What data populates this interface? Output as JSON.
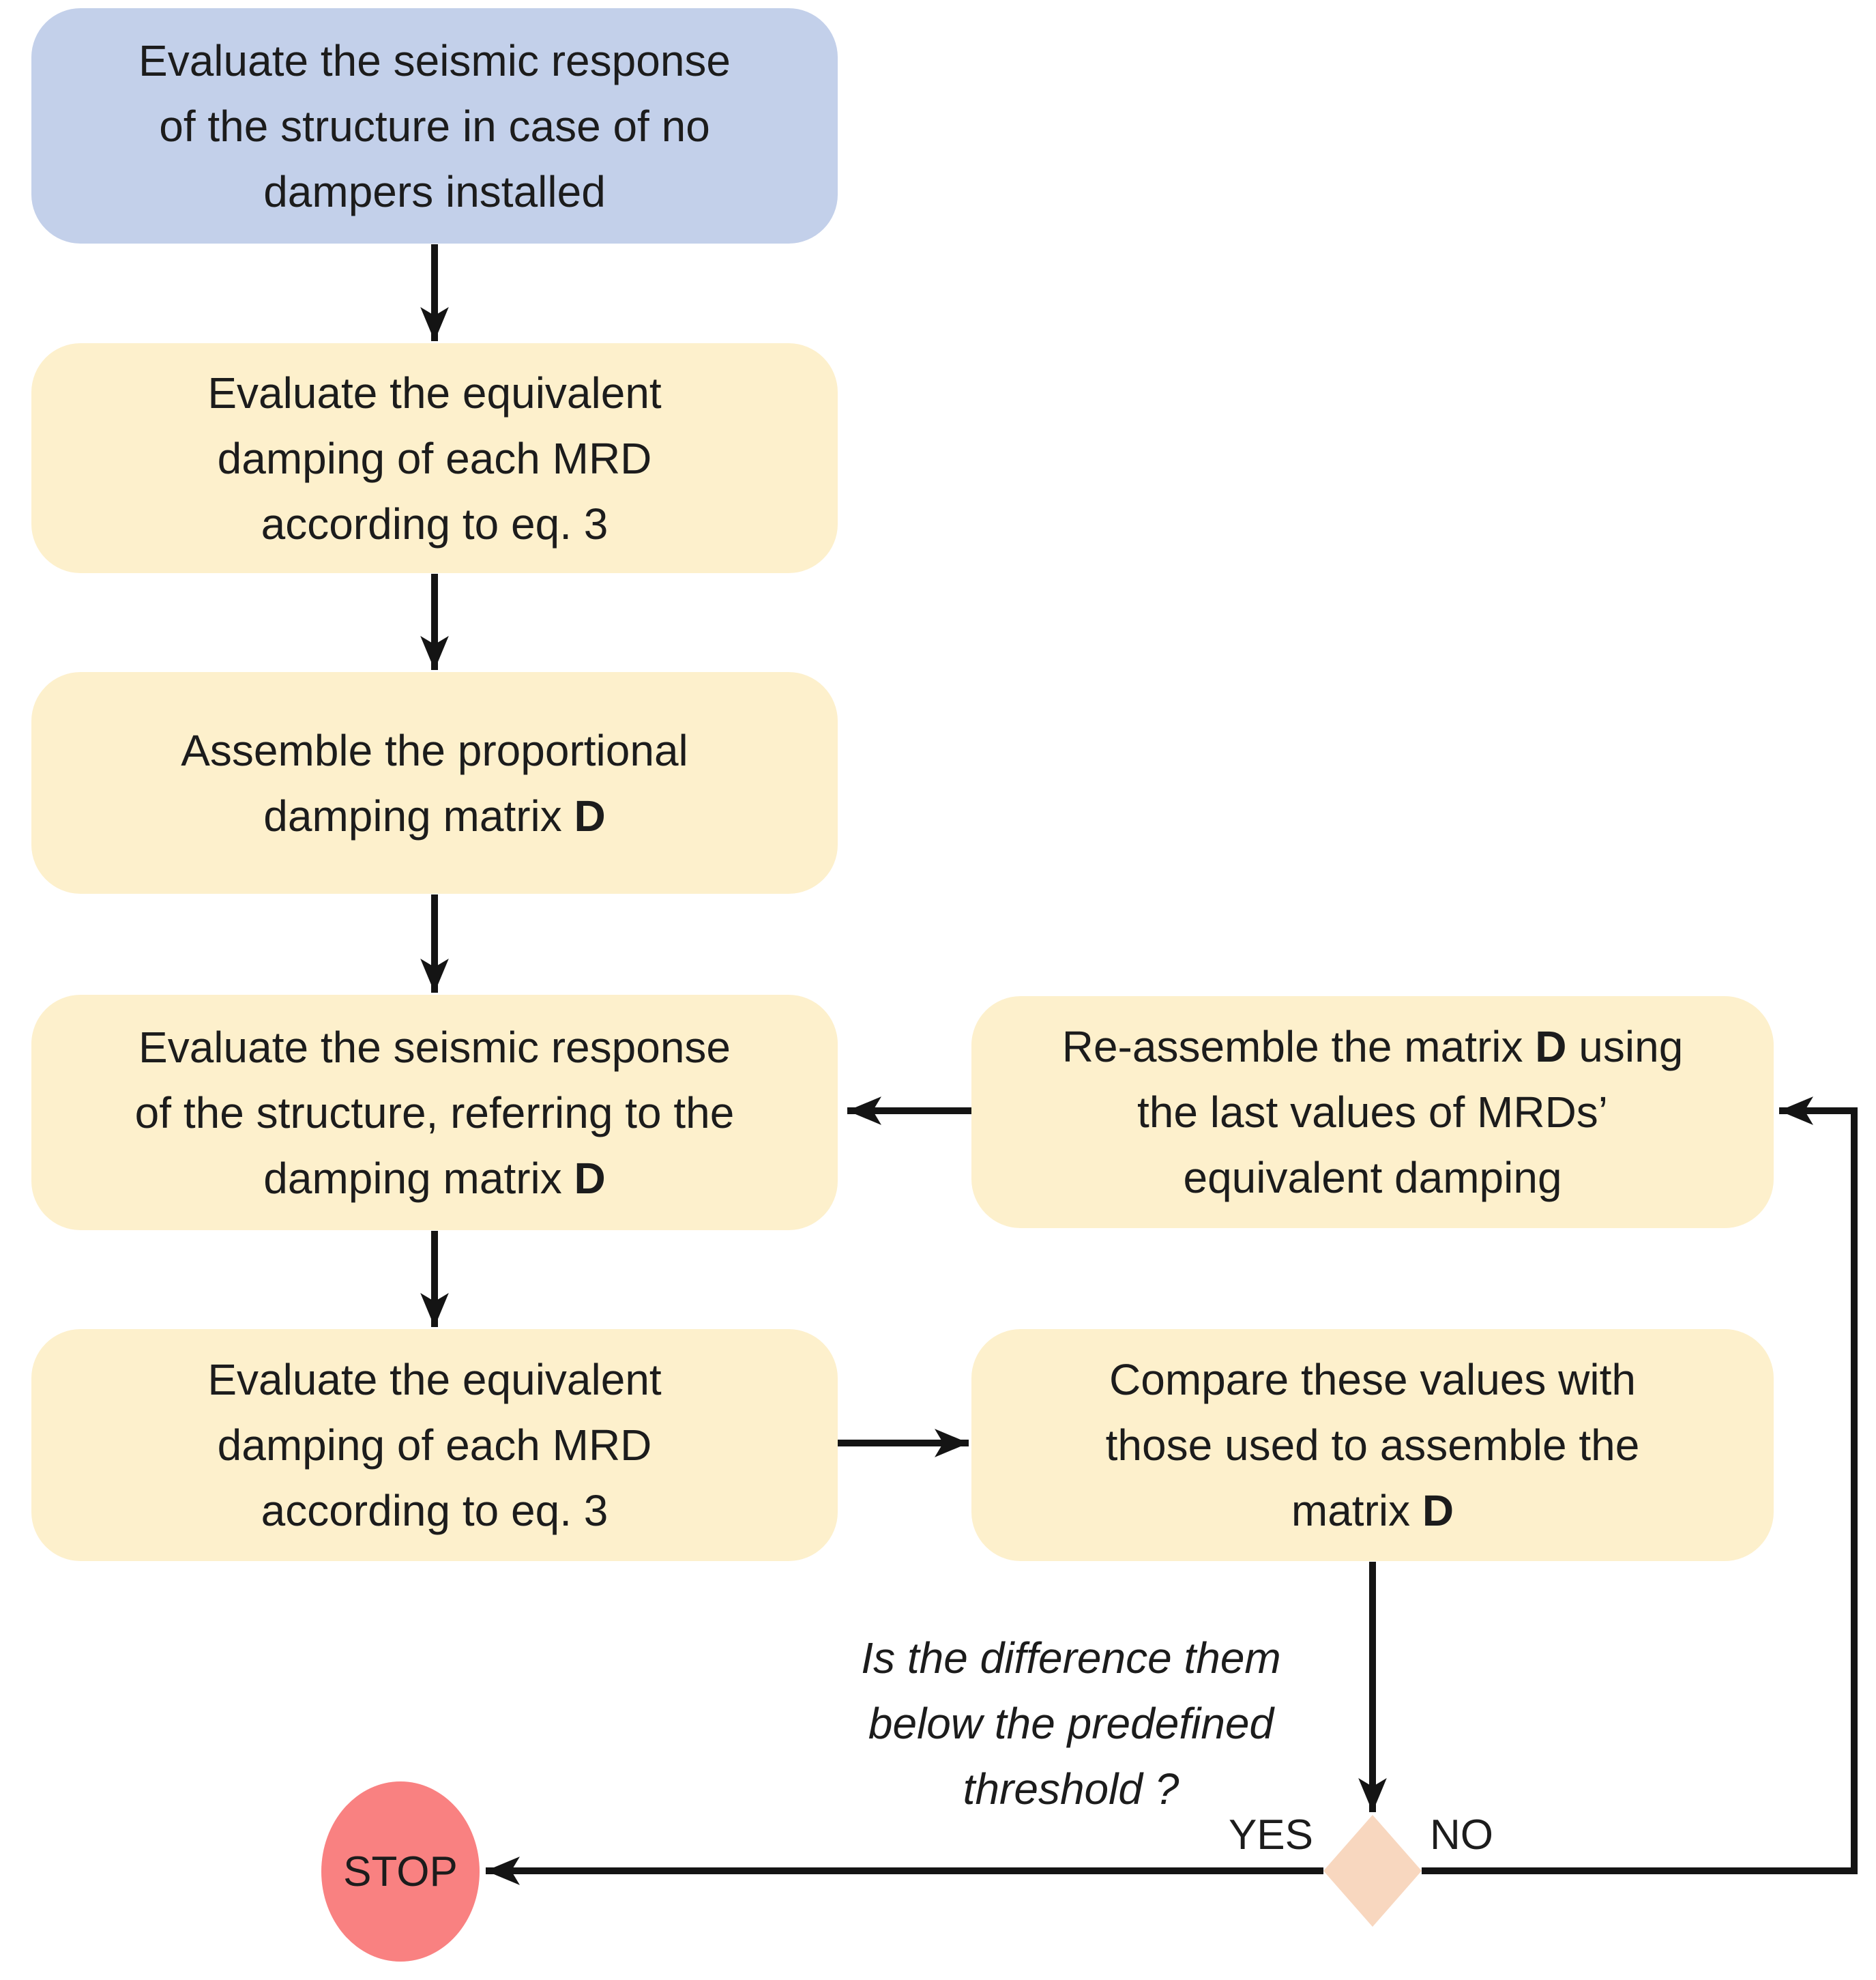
{
  "colors": {
    "start_fill": "#c3d0ea",
    "process_fill": "#fdf0cc",
    "decision_fill": "#f8d7bf",
    "stop_fill": "#f98181",
    "line": "#141414",
    "text": "#1c1c1c"
  },
  "nodes": {
    "start": {
      "line1": "Evaluate the seismic response",
      "line2": "of the structure in case of no",
      "line3": "dampers installed"
    },
    "eval_damping1": {
      "line1": "Evaluate the equivalent",
      "line2": "damping of each MRD",
      "line3": "according to eq. 3"
    },
    "assemble": {
      "line1": "Assemble the proportional",
      "line2_pre": "damping matrix ",
      "line2_bold": "D"
    },
    "eval_response": {
      "line1": "Evaluate the seismic response",
      "line2": "of the structure, referring to the",
      "line3_pre": "damping matrix ",
      "line3_bold": "D"
    },
    "eval_damping2": {
      "line1": "Evaluate the equivalent",
      "line2": "damping of each MRD",
      "line3": "according to eq. 3"
    },
    "reassemble": {
      "line1_pre": "Re-assemble the matrix ",
      "line1_bold": "D",
      "line1_post": " using",
      "line2": "the last values of MRDs’",
      "line3": "equivalent damping"
    },
    "compare": {
      "line1": "Compare these values with",
      "line2": "those used to assemble the",
      "line3_pre": "matrix ",
      "line3_bold": "D"
    },
    "stop_label": "STOP"
  },
  "decision": {
    "question_line1": "Is the difference them",
    "question_line2": "below the predefined",
    "question_line3": "threshold ?",
    "yes_label": "YES",
    "no_label": "NO"
  }
}
